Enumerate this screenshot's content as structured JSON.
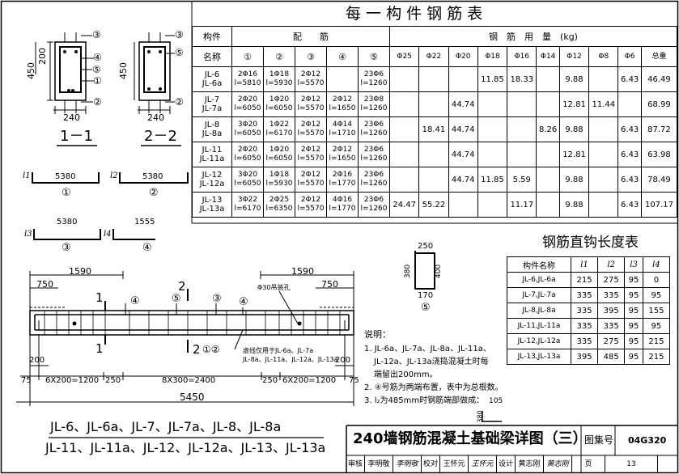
{
  "rebar_table": {
    "title": "每 一 构 件 钢 筋 表",
    "h_member": "构件",
    "h_name": "名称",
    "h_peijin": "配　　筋",
    "h_usage": "钢　筋　用　量　(kg)",
    "bars": [
      "①",
      "②",
      "③",
      "④",
      "⑤"
    ],
    "diams": [
      "Φ25",
      "Φ22",
      "Φ20",
      "Φ18",
      "Φ16",
      "Φ14",
      "Φ12",
      "Φ8",
      "Φ6",
      "总重"
    ],
    "rows": [
      {
        "name": "JL-6\nJL-6a",
        "bars": [
          "2Φ16\nl=5810",
          "1Φ18\nl=5930",
          "2Φ12\nl=5570",
          "",
          "23Φ6\nl=1260"
        ],
        "w": [
          "",
          "",
          "",
          "11.85",
          "18.33",
          "",
          "9.88",
          "",
          "6.43",
          "46.49"
        ]
      },
      {
        "name": "JL-7\nJL-7a",
        "bars": [
          "2Φ20\nl=6050",
          "1Φ20\nl=6050",
          "2Φ12\nl=5570",
          "2Φ12\nl=1650",
          "23Φ8\nl=1260"
        ],
        "w": [
          "",
          "",
          "44.74",
          "",
          "",
          "",
          "12.81",
          "11.44",
          "",
          "68.99"
        ]
      },
      {
        "name": "JL-8\nJL-8a",
        "bars": [
          "3Φ20\nl=6050",
          "1Φ22\nl=6170",
          "2Φ12\nl=5570",
          "4Φ14\nl=1710",
          "23Φ6\nl=1260"
        ],
        "w": [
          "",
          "18.41",
          "44.74",
          "",
          "",
          "8.26",
          "9.88",
          "",
          "6.43",
          "87.72"
        ]
      },
      {
        "name": "JL-11\nJL-11a",
        "bars": [
          "2Φ20\nl=6050",
          "1Φ20\nl=6050",
          "2Φ12\nl=5570",
          "2Φ12\nl=1650",
          "23Φ6\nl=1260"
        ],
        "w": [
          "",
          "",
          "44.74",
          "",
          "",
          "",
          "12.81",
          "",
          "6.43",
          "63.98"
        ]
      },
      {
        "name": "JL-12\nJL-12a",
        "bars": [
          "3Φ20\nl=6050",
          "1Φ18\nl=5930",
          "2Φ12\nl=5570",
          "2Φ16\nl=1770",
          "23Φ6\nl=1260"
        ],
        "w": [
          "",
          "",
          "44.74",
          "11.85",
          "5.59",
          "",
          "9.88",
          "",
          "6.43",
          "78.49"
        ]
      },
      {
        "name": "JL-13\nJL-13a",
        "bars": [
          "3Φ22\nl=6170",
          "2Φ25\nl=6350",
          "2Φ12\nl=5570",
          "4Φ16\nl=1770",
          "23Φ6\nl=1260"
        ],
        "w": [
          "24.47",
          "55.22",
          "",
          "",
          "11.17",
          "",
          "9.88",
          "",
          "6.43",
          "107.17"
        ]
      }
    ]
  },
  "hook_table": {
    "title": "钢筋直钩长度表",
    "headers": [
      "构件名称",
      "l1",
      "l2",
      "l3",
      "l4"
    ],
    "rows": [
      [
        "JL-6,JL-6a",
        "215",
        "275",
        "95",
        "0"
      ],
      [
        "JL-7,JL-7a",
        "335",
        "335",
        "95",
        "95"
      ],
      [
        "JL-8,JL-8a",
        "335",
        "395",
        "95",
        "155"
      ],
      [
        "JL-11,JL-11a",
        "335",
        "335",
        "95",
        "95"
      ],
      [
        "JL-12,JL-12a",
        "335",
        "275",
        "95",
        "215"
      ],
      [
        "JL-13,JL-13a",
        "395",
        "485",
        "95",
        "215"
      ]
    ]
  },
  "sections": {
    "s1_label": "1－1",
    "s2_label": "2－2",
    "h450": "450",
    "h200": "200",
    "w240": "240",
    "c1": "①",
    "c2": "②",
    "c3": "③",
    "c4": "④",
    "c5": "⑤"
  },
  "bar_shapes": {
    "len1": "5380",
    "len2": "5380",
    "len3": "5380",
    "len4": "1555",
    "l1": "l1",
    "l2": "l2",
    "l3": "l3",
    "l4": "l4",
    "stirrup_w": "250",
    "stirrup_h1": "380",
    "stirrup_h2": "400",
    "stirrup_hook": "170"
  },
  "elevation": {
    "d1590a": "1590",
    "d1590b": "1590",
    "d750a": "750",
    "d750b": "750",
    "hole_note": "Φ30吊装孔",
    "dashed_note_1": "虚线仅用于JL-6a、JL-7a",
    "dashed_note_2": "JL-8a、JL-11a、JL-12a、JL-13a",
    "sec1": "1",
    "sec2": "2",
    "sec2_marks": "①②",
    "d200a": "200",
    "d200b": "200",
    "d75a": "75",
    "d75b": "75",
    "seg1": "6X200=1200",
    "seg2": "250",
    "seg3": "8X300=2400",
    "seg4": "250",
    "seg5": "6X200=1200",
    "total": "5450"
  },
  "notes": {
    "title": "说明：",
    "n1a": "1. JL-6a、JL-7a、JL-8a、JL-11a、",
    "n1b": "JL-12a、JL-13a浇捣混凝土时每",
    "n1c": "端留出200mm。",
    "n2": "2. ④号筋为两端布置，表中为总根数。",
    "n3": "3. l₂为485mm时钢筋端部做成：",
    "n3_dim_a": "105",
    "n3_dim_b": "380"
  },
  "titleblock": {
    "line1": "JL-6、JL-6a、JL-7、JL-7a、JL-8、JL-8a",
    "line2": "JL-11、JL-11a、JL-12、JL-12a、JL-13、JL-13a",
    "title": "240墙钢筋混凝土基础梁详图（三）",
    "atlas_label": "图集号",
    "atlas_no": "04G320",
    "r2": [
      "审核",
      "李明敬",
      "李明敬",
      "校对",
      "王怀元",
      "王怀元",
      "设计",
      "黄志刚",
      "黄志刚",
      "页",
      "13"
    ]
  }
}
